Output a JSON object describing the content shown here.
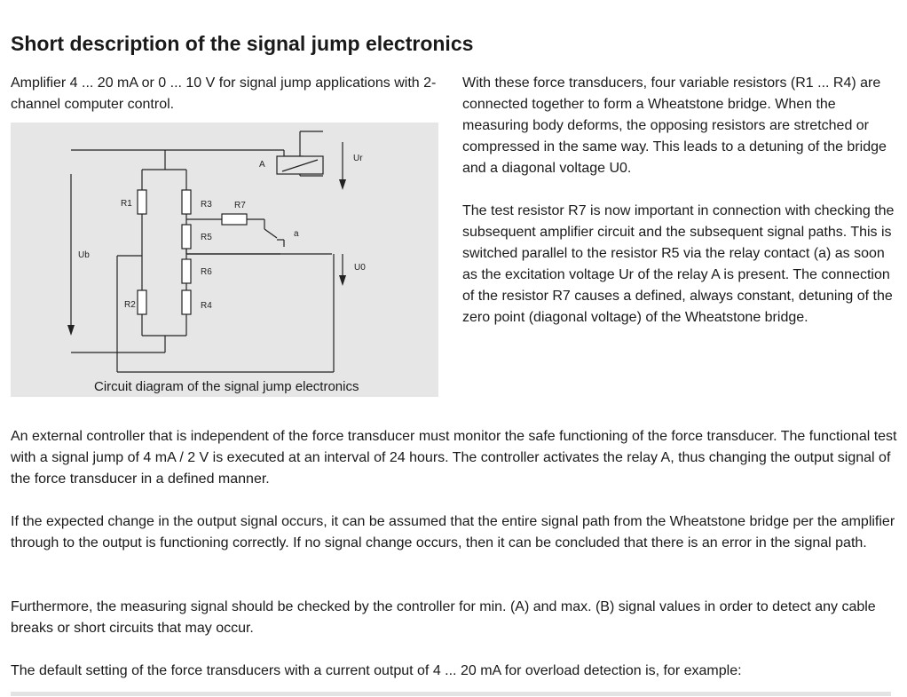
{
  "heading": "Short description of the signal jump electronics",
  "intro": "Amplifier 4 ... 20 mA or 0 ... 10 V for signal jump applications with 2-channel computer control.",
  "figure": {
    "caption": "Circuit diagram of the signal jump electronics",
    "labels": {
      "ub": "Ub",
      "ur": "Ur",
      "u0": "U0",
      "a_relay": "A",
      "a_contact": "a",
      "r1": "R1",
      "r2": "R2",
      "r3": "R3",
      "r4": "R4",
      "r5": "R5",
      "r6": "R6",
      "r7": "R7"
    }
  },
  "right_column": {
    "p1": "With these force transducers, four variable resistors (R1 ... R4) are connected together to form a Wheatstone bridge. When the measuring body deforms, the opposing resistors are stretched or compressed in the same way. This leads to a detuning of the bridge and a diagonal voltage U0.",
    "p2": "The test resistor R7 is now important in connection with checking the subsequent amplifier circuit and the subsequent signal paths. This is switched parallel to the resistor R5 via the relay contact (a) as soon as the excitation voltage Ur of the relay A is present. The connection of the resistor R7 causes a defined, always constant, detuning of the zero point (diagonal voltage) of the Wheatstone bridge."
  },
  "body": {
    "p1": "An external controller that is independent of the force transducer must monitor the safe functioning of the force transducer. The functional test with a signal jump of 4 mA / 2 V is executed at an interval of 24 hours. The controller activates the relay A, thus changing the output signal of the force transducer in a defined manner.",
    "p2": "If the expected change in the output signal occurs, it can be assumed that the entire signal path from the Wheatstone bridge per the amplifier through to the output is functioning correctly. If no signal change occurs, then it can be concluded that there is an error in the signal path.",
    "p3": "Furthermore, the measuring signal should be checked by the controller for min. (A) and max. (B) signal values in order to detect any cable breaks or short circuits that may occur.",
    "p4": "The default setting of the force transducers with a current output of 4 ... 20 mA for overload detection is, for example:"
  }
}
